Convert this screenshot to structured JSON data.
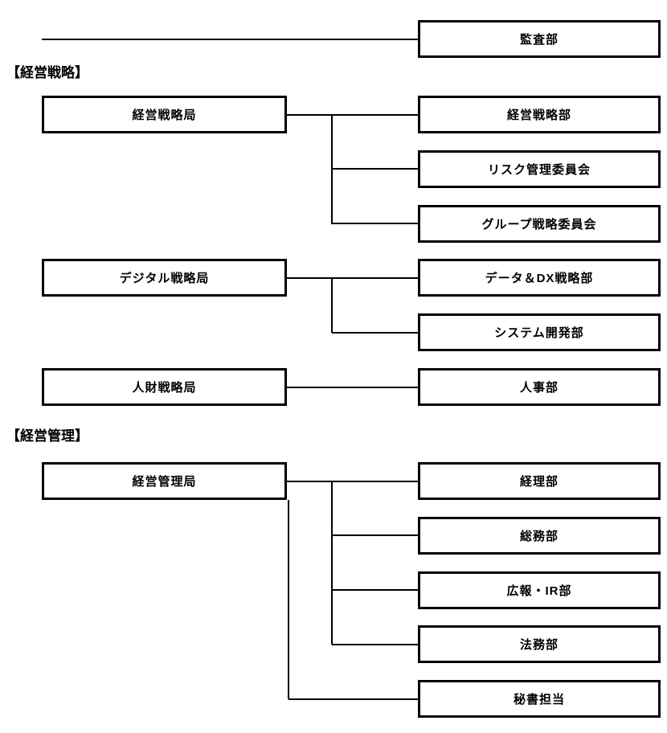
{
  "diagram": {
    "title": "organization-chart",
    "audit": {
      "label": "監査部"
    },
    "sections": [
      {
        "label": "【経営戦略】",
        "groups": [
          {
            "parent": "経営戦略局",
            "children": [
              "経営戦略部",
              "リスク管理委員会",
              "グループ戦略委員会"
            ],
            "children_from_bottom": 0
          },
          {
            "parent": "デジタル戦略局",
            "children": [
              "データ＆DX戦略部",
              "システム開発部"
            ],
            "children_from_bottom": 0
          },
          {
            "parent": "人財戦略局",
            "children": [
              "人事部"
            ],
            "children_from_bottom": 0
          }
        ]
      },
      {
        "label": "【経営管理】",
        "groups": [
          {
            "parent": "経営管理局",
            "children": [
              "経理部",
              "総務部",
              "広報・IR部",
              "法務部",
              "秘書担当"
            ],
            "children_from_bottom": 1
          }
        ]
      }
    ],
    "colors": {
      "line": "#000000",
      "box_border": "#000000",
      "box_background": "#ffffff",
      "text": "#000000",
      "page_background": "#ffffff"
    }
  }
}
